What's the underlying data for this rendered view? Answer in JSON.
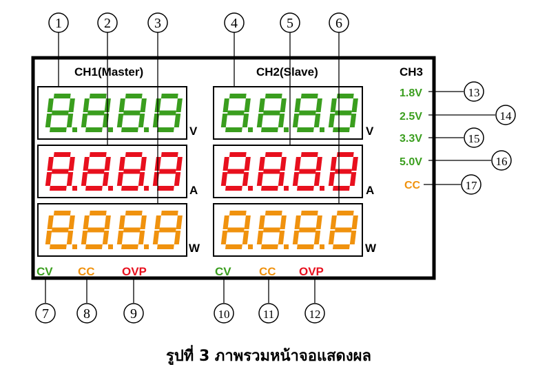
{
  "panel": {
    "ch1_title": "CH1(Master)",
    "ch2_title": "CH2(Slave)",
    "ch3_title": "CH3",
    "row_units": [
      "V",
      "A",
      "W"
    ],
    "row_colors": [
      "#3a9e1e",
      "#e8101e",
      "#f0920e"
    ],
    "display_digits": "8.8.8.8",
    "ch1_indicators": [
      "CV",
      "CC",
      "OVP"
    ],
    "ch2_indicators": [
      "CV",
      "CC",
      "OVP"
    ],
    "indicator_colors": [
      "#3a9e1e",
      "#f0920e",
      "#e8101e"
    ],
    "ch3_outputs": [
      "1.8V",
      "2.5V",
      "3.3V",
      "5.0V",
      "CC"
    ],
    "ch3_output_colors": [
      "#3a9e1e",
      "#3a9e1e",
      "#3a9e1e",
      "#3a9e1e",
      "#f0920e"
    ]
  },
  "callouts": [
    "1",
    "2",
    "3",
    "4",
    "5",
    "6",
    "7",
    "8",
    "9",
    "10",
    "11",
    "12",
    "13",
    "14",
    "15",
    "16",
    "17"
  ],
  "caption": "รูปที่ 3 ภาพรวมหน้าจอแสดงผล"
}
